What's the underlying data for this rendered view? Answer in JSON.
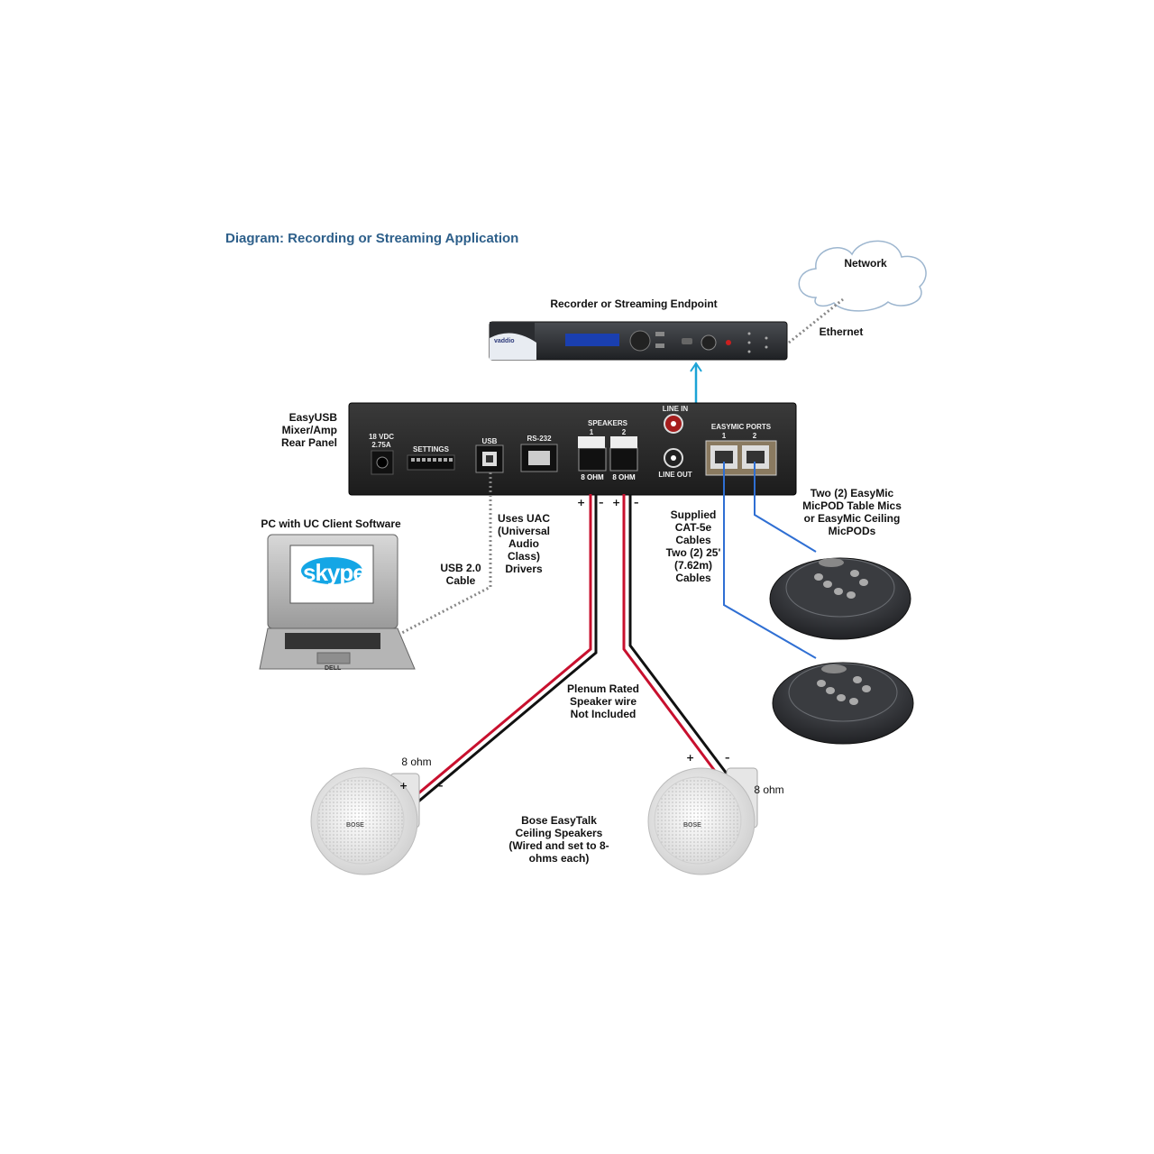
{
  "title": "Diagram:  Recording or Streaming Application",
  "labels": {
    "recorder": "Recorder or Streaming Endpoint",
    "network": "Network",
    "ethernet": "Ethernet",
    "easyusb": [
      "EasyUSB",
      "Mixer/Amp",
      "Rear Panel"
    ],
    "pc": "PC with UC Client Software",
    "usb_cable": [
      "USB 2.0",
      "Cable"
    ],
    "uac": [
      "Uses UAC",
      "(Universal",
      "Audio",
      "Class)",
      "Drivers"
    ],
    "cat5": [
      "Supplied",
      "CAT-5e",
      "Cables",
      "Two (2) 25'",
      "(7.62m)",
      "Cables"
    ],
    "micpods": [
      "Two (2) EasyMic",
      "MicPOD Table Mics",
      "or EasyMic Ceiling",
      "MicPODs"
    ],
    "plenum": [
      "Plenum Rated",
      "Speaker wire",
      "Not Included"
    ],
    "bose": [
      "Bose EasyTalk",
      "Ceiling Speakers",
      "(Wired and set to 8-",
      "ohms each)"
    ],
    "ohm_left": "8 ohm",
    "ohm_right": "8 ohm"
  },
  "panel": {
    "power": [
      "18 VDC",
      "2.75A"
    ],
    "settings": "SETTINGS",
    "usb": "USB",
    "rs232": "RS-232",
    "speakers": "SPEAKERS",
    "spk1": "1",
    "spk2": "2",
    "ohm1": "8 OHM",
    "ohm2": "8 OHM",
    "line_in": "LINE IN",
    "line_out": "LINE OUT",
    "easymic": "EASYMIC PORTS",
    "port1": "1",
    "port2": "2"
  },
  "signs": {
    "plus": "+",
    "minus": "–"
  },
  "logos": {
    "skype": "skype",
    "vaddio": "vaddio",
    "dell": "DELL",
    "bose": "BOSE"
  },
  "colors": {
    "title": "#2d5f8a",
    "usb_cable": "#888888",
    "line_out_cable": "#1ba3d6",
    "cat5_cable": "#2f6fd3",
    "speaker_red": "#c8102e",
    "speaker_black": "#111111"
  }
}
